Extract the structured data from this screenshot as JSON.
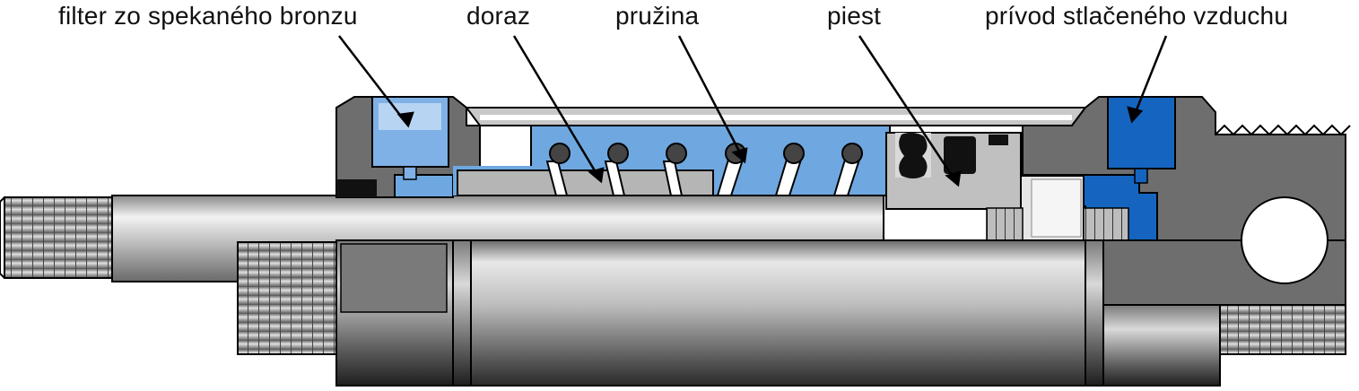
{
  "labels": {
    "filter": "filter zo spekaného bronzu",
    "doraz": "doraz",
    "pruzina": "pružina",
    "piest": "piest",
    "privod": "prívod stlačeného vzduchu"
  },
  "colors": {
    "blue_chamber": "#6fa8e0",
    "blue_port": "#1565c0",
    "filter_blue": "#7fb1e6",
    "gray_dark": "#6e6e6e",
    "gray_mid": "#9a9a9a",
    "gray_light": "#c8c8c8",
    "outline": "#000000"
  },
  "icons": [
    "threaded-rod-end",
    "cylinder-barrel",
    "coil-spring",
    "piston-seal",
    "mounting-eye"
  ]
}
